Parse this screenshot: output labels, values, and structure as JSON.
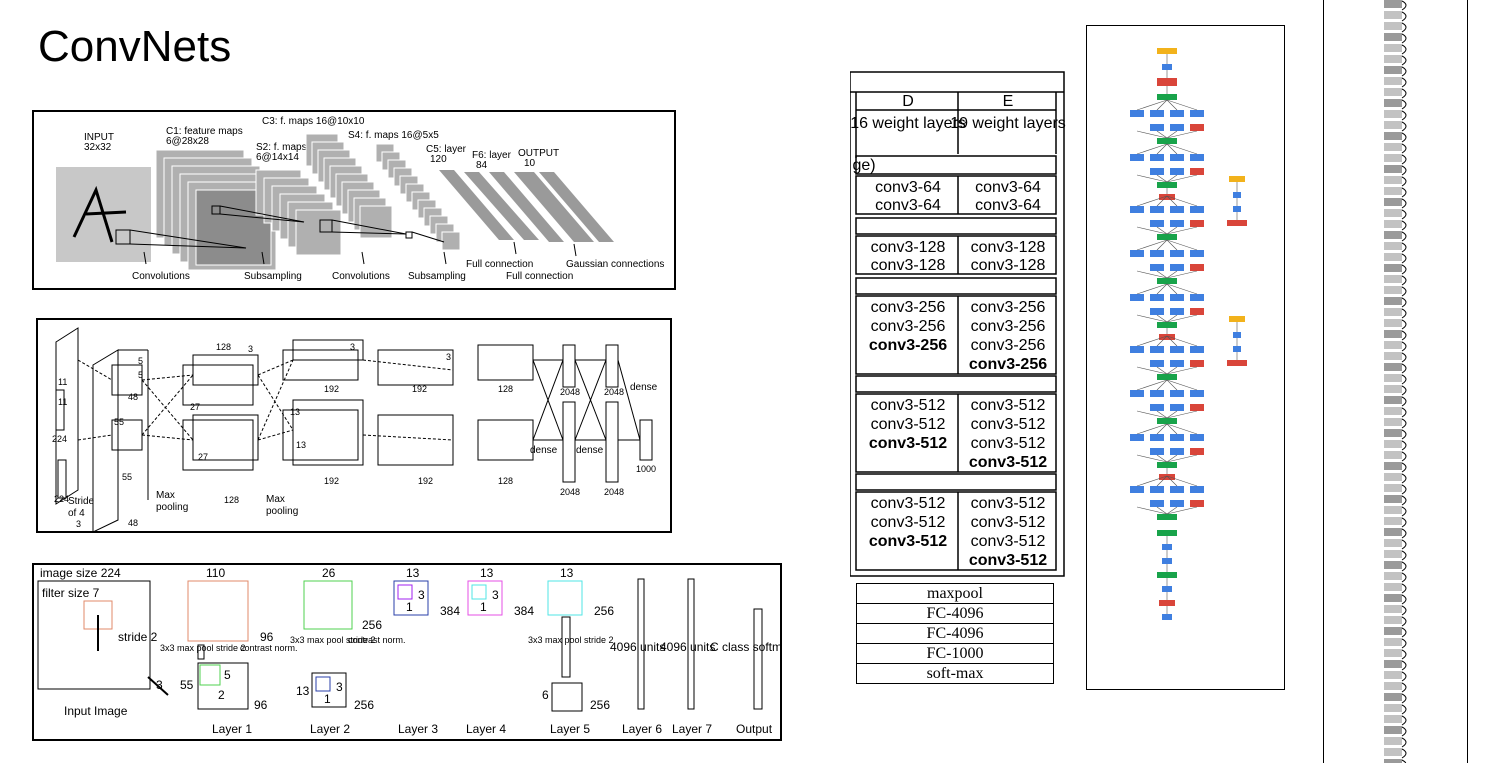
{
  "title": "ConvNets",
  "lenet": {
    "input": "INPUT",
    "input_size": "32x32",
    "c1": "C1: feature maps",
    "c1_size": "6@28x28",
    "s2": "S2: f. maps",
    "s2_size": "6@14x14",
    "c3": "C3: f. maps 16@10x10",
    "s4": "S4: f. maps 16@5x5",
    "c5": "C5: layer",
    "c5_size": "120",
    "f6": "F6: layer",
    "f6_size": "84",
    "output": "OUTPUT",
    "output_size": "10",
    "bottom": [
      "Convolutions",
      "Subsampling",
      "Convolutions",
      "Subsampling",
      "Full connection",
      "Full connection",
      "Gaussian connections"
    ]
  },
  "alexnet": {
    "labels": [
      "11",
      "11",
      "224",
      "224",
      "Stride",
      "of 4",
      "3",
      "55",
      "55",
      "5",
      "5",
      "48",
      "48",
      "27",
      "27",
      "128",
      "128",
      "Max",
      "pooling",
      "Max",
      "pooling",
      "13",
      "13",
      "192",
      "192",
      "192",
      "192",
      "128",
      "128",
      "2048",
      "2048",
      "2048",
      "2048",
      "dense",
      "dense",
      "dense",
      "1000",
      "3",
      "3",
      "3"
    ]
  },
  "zfnet": {
    "image_size": "image size 224",
    "filter_size": "filter size 7",
    "stride": "stride 2",
    "three": "3",
    "input_label": "Input Image",
    "n110": "110",
    "n96a": "96",
    "pool1": "3x3 max pool stride 2",
    "contrast": "contrast norm.",
    "n55": "55",
    "n5": "5",
    "n2": "2",
    "n96b": "96",
    "n26": "26",
    "n256a": "256",
    "pool2": "3x3 max pool stride 2",
    "contrast2": "contrast norm.",
    "n13a": "13",
    "n3a": "3",
    "n1a": "1",
    "n256b": "256",
    "n13b": "13",
    "n3b": "3",
    "n1b": "1",
    "n384a": "384",
    "n13c": "13",
    "n3c": "3",
    "n1c": "1",
    "n384b": "384",
    "n13d": "13",
    "n256c": "256",
    "pool5": "3x3 max pool stride 2",
    "n6": "6",
    "n256d": "256",
    "units1": "4096 units",
    "units2": "4096 units",
    "class": "C class softmax",
    "layers": [
      "Layer 1",
      "Layer 2",
      "Layer 3",
      "Layer 4",
      "Layer 5",
      "Layer 6",
      "Layer 7",
      "Output"
    ]
  },
  "vgg": {
    "col_d": "D",
    "col_e": "E",
    "d_layers": "16 weight layers",
    "e_layers": "19 weight layers",
    "partial": "ge)",
    "blocks": [
      {
        "d": [
          "conv3-64",
          "conv3-64"
        ],
        "e": [
          "conv3-64",
          "conv3-64"
        ]
      },
      {
        "d": [
          "conv3-128",
          "conv3-128"
        ],
        "e": [
          "conv3-128",
          "conv3-128"
        ]
      },
      {
        "d": [
          "conv3-256",
          "conv3-256",
          "conv3-256"
        ],
        "e": [
          "conv3-256",
          "conv3-256",
          "conv3-256",
          "conv3-256"
        ]
      },
      {
        "d": [
          "conv3-512",
          "conv3-512",
          "conv3-512"
        ],
        "e": [
          "conv3-512",
          "conv3-512",
          "conv3-512",
          "conv3-512"
        ]
      },
      {
        "d": [
          "conv3-512",
          "conv3-512",
          "conv3-512"
        ],
        "e": [
          "conv3-512",
          "conv3-512",
          "conv3-512",
          "conv3-512"
        ]
      }
    ],
    "bottom": [
      "maxpool",
      "FC-4096",
      "FC-4096",
      "FC-1000",
      "soft-max"
    ]
  },
  "colors": {
    "blue": "#3f7fe0",
    "green": "#18a34a",
    "red": "#d9453a",
    "yellow": "#f2b21b",
    "orange": "#e08a6a",
    "lgreen": "#4fd24f",
    "purple": "#a020f0",
    "magenta": "#e64fe6",
    "cyan": "#4fe6e6",
    "navy": "#2a3fa8"
  }
}
